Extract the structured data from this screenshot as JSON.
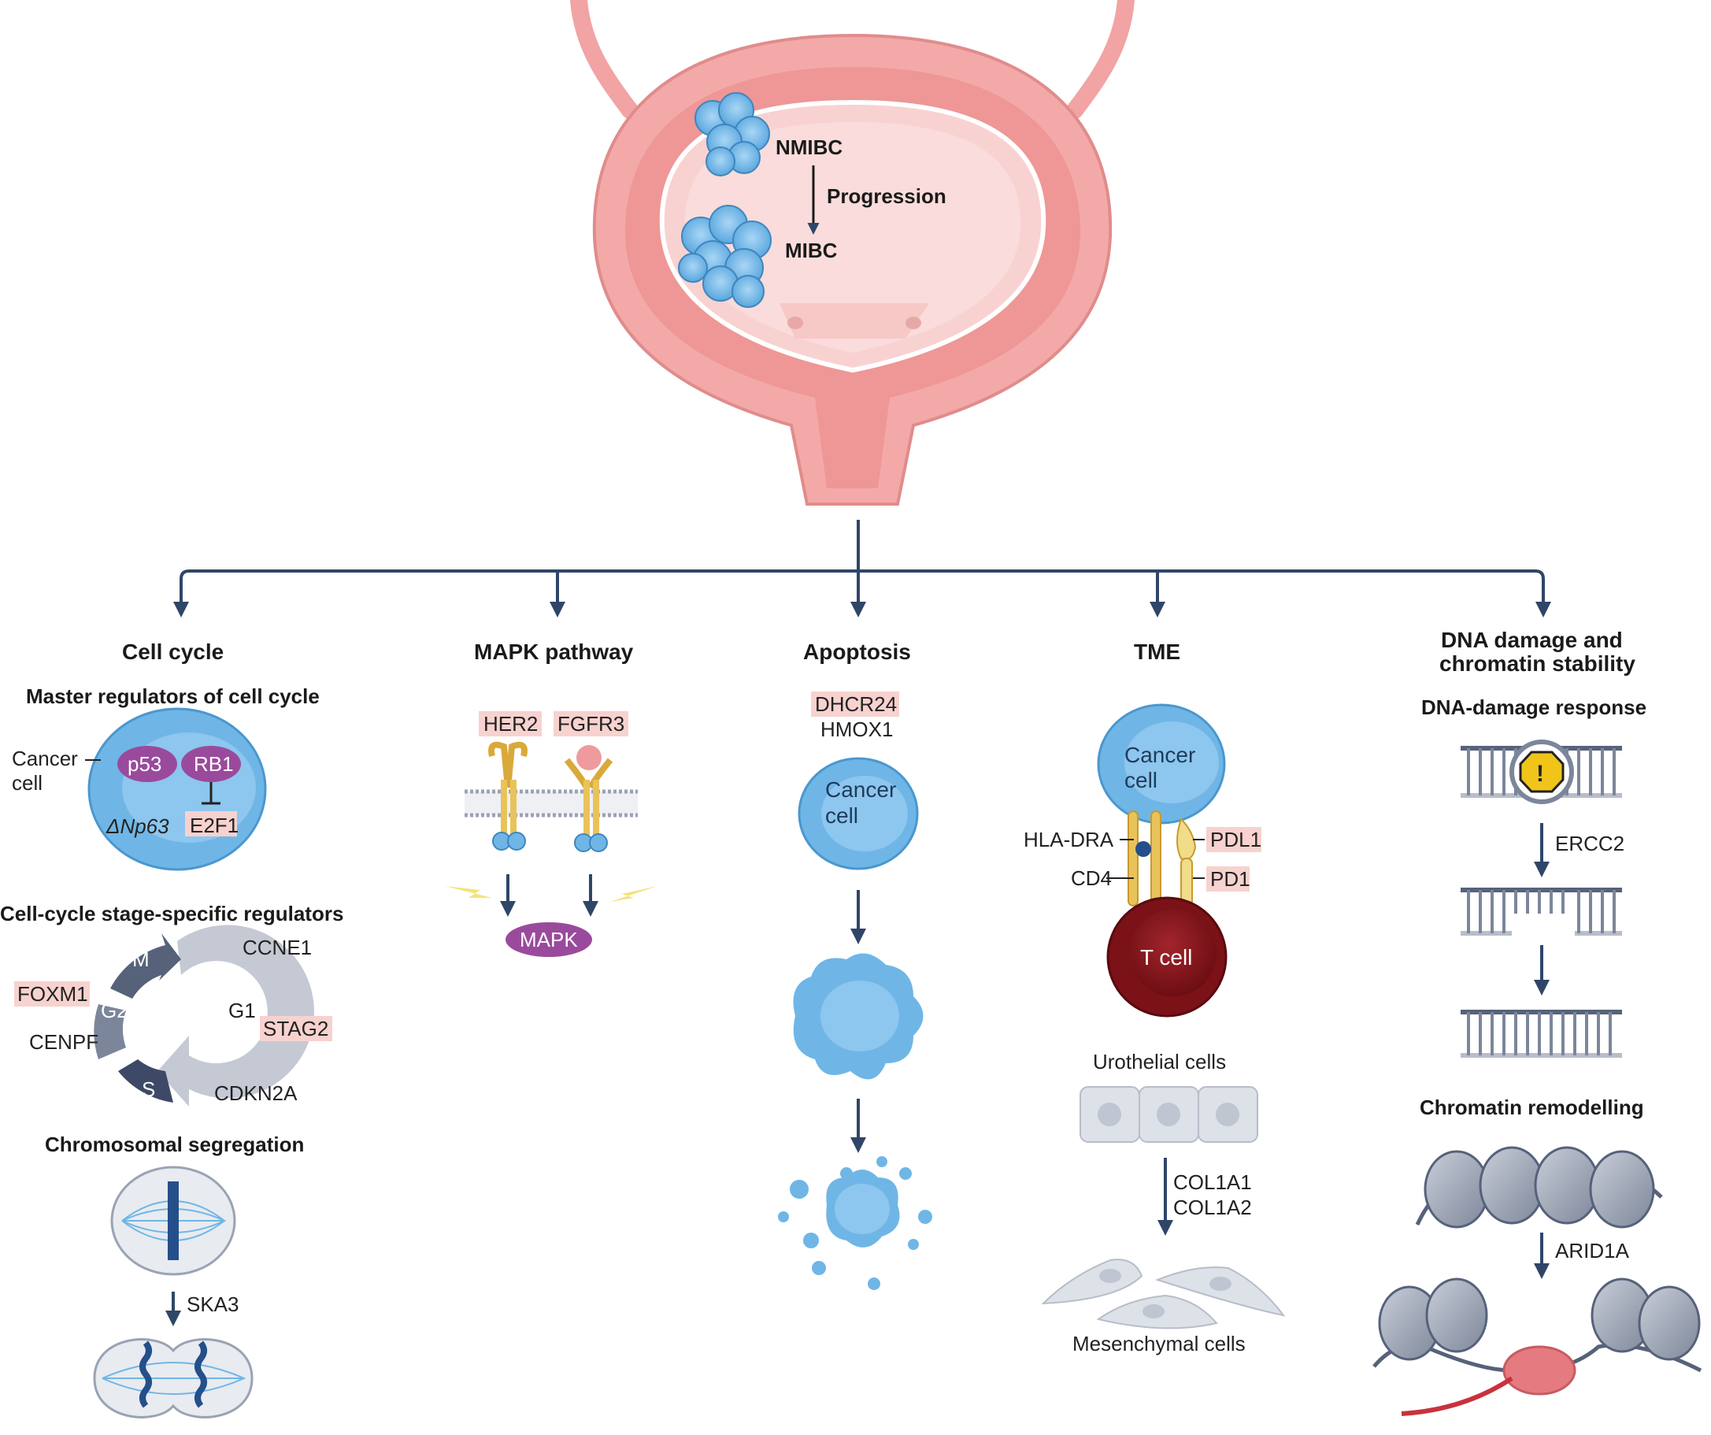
{
  "bladder": {
    "nmibc": "NMIBC",
    "progression": "Progression",
    "mibc": "MIBC"
  },
  "sections": {
    "cell_cycle": {
      "title": "Cell cycle",
      "master": "Master regulators of cell cycle",
      "cancer_cell_1": "Cancer",
      "cancer_cell_2": "cell",
      "p53": "p53",
      "rb1": "RB1",
      "dnp63": "ΔNp63",
      "e2f1": "E2F1",
      "stage_specific": "Cell-cycle stage-specific regulators",
      "phase_m": "M",
      "phase_g2": "G2",
      "phase_s": "S",
      "phase_g1": "G1",
      "ccne1": "CCNE1",
      "foxm1": "FOXM1",
      "stag2": "STAG2",
      "cenpf": "CENPF",
      "cdkn2a": "CDKN2A",
      "segregation": "Chromosomal segregation",
      "ska3": "SKA3"
    },
    "mapk": {
      "title": "MAPK pathway",
      "her2": "HER2",
      "fgfr3": "FGFR3",
      "mapk": "MAPK"
    },
    "apoptosis": {
      "title": "Apoptosis",
      "dhcr24": "DHCR24",
      "hmox1": "HMOX1",
      "cancer_1": "Cancer",
      "cancer_2": "cell"
    },
    "tme": {
      "title": "TME",
      "cancer_1": "Cancer",
      "cancer_2": "cell",
      "hla_dra": "HLA-DRA",
      "cd4": "CD4",
      "pdl1": "PDL1",
      "pd1": "PD1",
      "t_cell": "T cell",
      "urothelial": "Urothelial cells",
      "col1a1": "COL1A1",
      "col1a2": "COL1A2",
      "mesenchymal": "Mesenchymal cells"
    },
    "dna": {
      "title_1": "DNA damage and",
      "title_2": "chromatin stability",
      "ddr": "DNA-damage response",
      "ercc2": "ERCC2",
      "chromatin": "Chromatin remodelling",
      "arid1a": "ARID1A"
    }
  },
  "colors": {
    "highlight": "#f7d2cf",
    "arrow": "#2f4668",
    "cell_blue": "#6fb6e6",
    "purple": "#9a4a9c",
    "bladder_pink": "#f2a3a3"
  }
}
